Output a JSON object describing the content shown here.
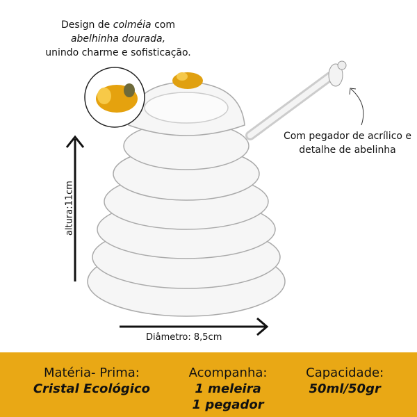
{
  "caption": {
    "line1_a": "Design de ",
    "line1_em": "colméia",
    "line1_b": " com",
    "line2_em": "abelhinha dourada,",
    "line3": "unindo charme e sofisticação."
  },
  "handle_note": "Com pegador de acrílico e detalhe de abelinha",
  "height_label": "altura:11cm",
  "diameter_label": "Diâmetro: 8,5cm",
  "banner": {
    "color": "#E9A815",
    "columns": [
      {
        "title": "Matéria- Prima:",
        "lines": [
          "Cristal Ecológico"
        ]
      },
      {
        "title": "Acompanha:",
        "lines": [
          "1 meleira",
          "1 pegador"
        ]
      },
      {
        "title": "Capacidade:",
        "lines": [
          "50ml/50gr"
        ]
      }
    ]
  }
}
